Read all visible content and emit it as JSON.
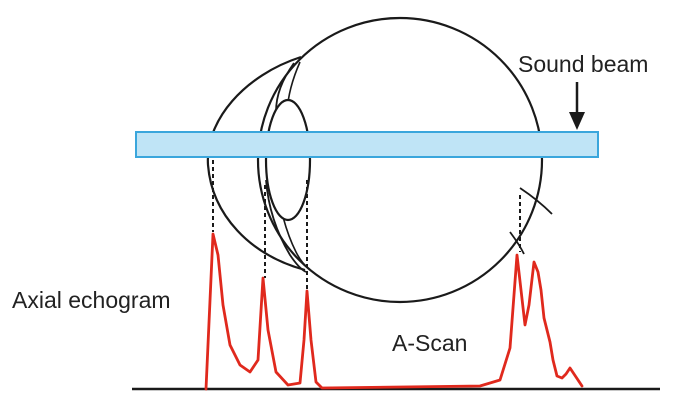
{
  "labels": {
    "sound_beam": "Sound beam",
    "axial_echogram": "Axial echogram",
    "a_scan": "A-Scan"
  },
  "colors": {
    "outline": "#1a1a1a",
    "beam_fill": "#bfe4f6",
    "beam_stroke": "#3aa6dc",
    "trace": "#e0291d",
    "baseline": "#1a1a1a",
    "text": "#222222"
  }
}
